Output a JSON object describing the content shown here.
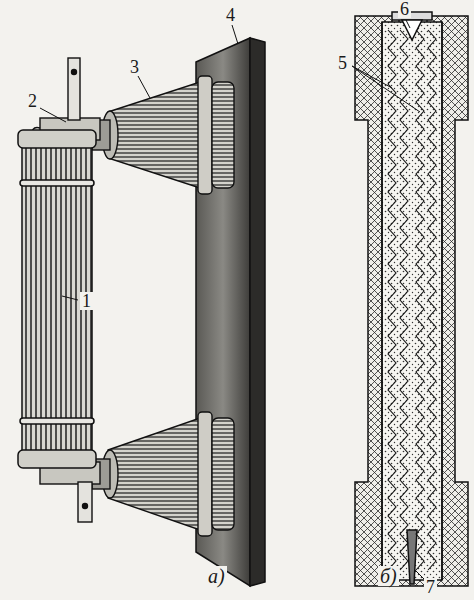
{
  "diagram": {
    "labels": [
      "4",
      "3",
      "2",
      "1",
      "а)",
      "6",
      "5",
      "б)",
      "7"
    ]
  }
}
